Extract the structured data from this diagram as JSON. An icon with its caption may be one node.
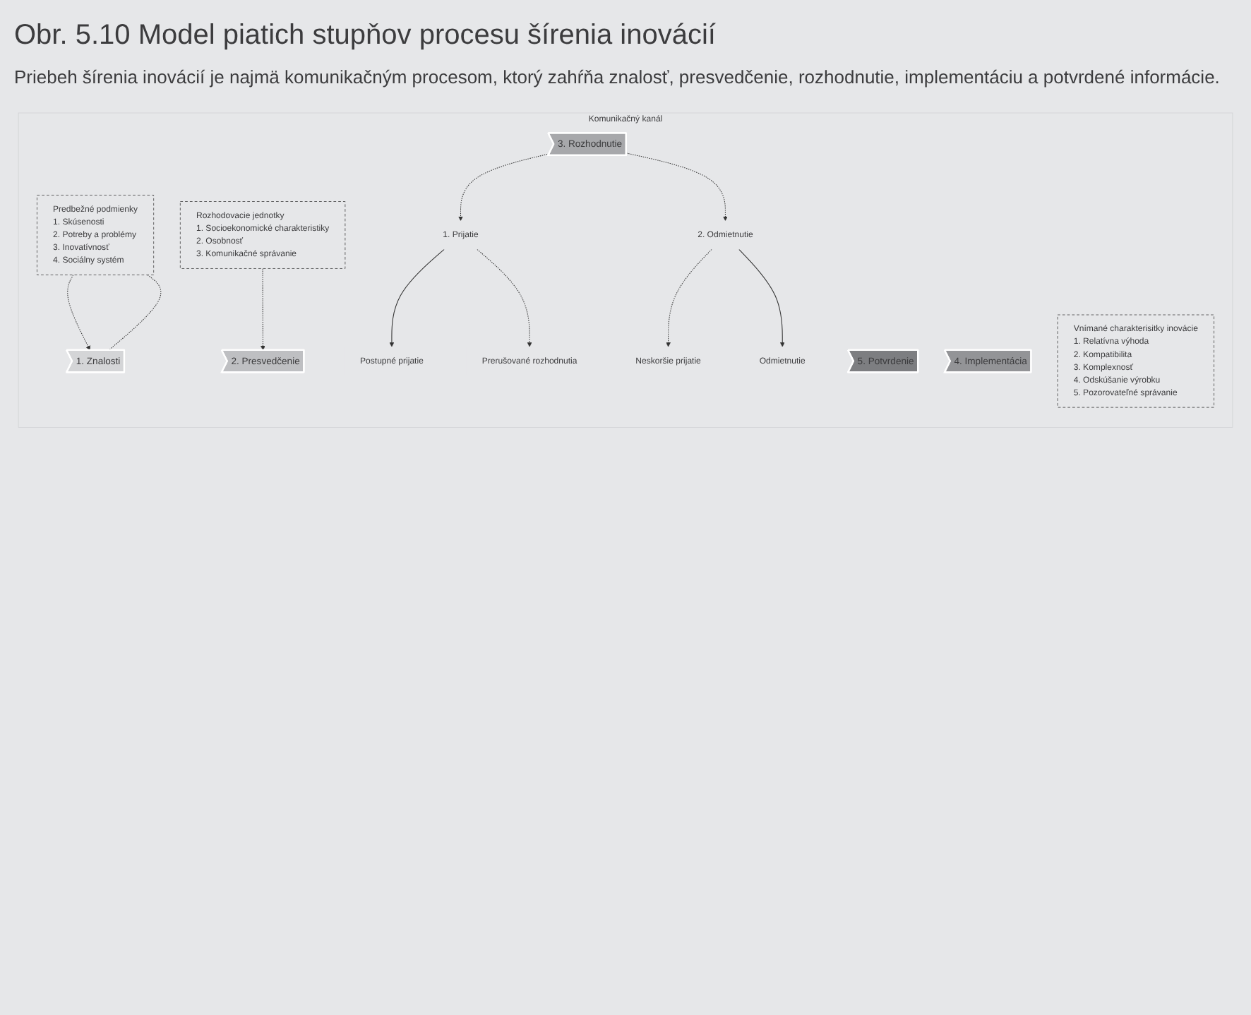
{
  "diagram": {
    "title": "Obr. 5.10 Model piatich stupňov procesu šírenia inovácií",
    "caption": "Priebeh šírenia inovácií je najmä komunikačným procesom, ktorý zahŕňa znalosť, presvedčenie, rozhodnutie, implementáciu a potvrdené informácie.",
    "nodes": [
      {
        "text": [
          "Komunikačný kanál"
        ]
      },
      {
        "text": [
          "1. Znalosti"
        ],
        "in": 0
      },
      {
        "text": [
          "3. Rozhodnutie"
        ],
        "in": 0
      },
      {
        "text": [
          "5. Potvrdenie"
        ],
        "in": 0
      },
      {
        "text": [
          "2. Presvedčenie"
        ],
        "in": 0
      },
      {
        "text": [
          "4. Implementácia"
        ],
        "in": 0
      },
      {
        "text": [
          "1. Prijatie"
        ],
        "in": 0
      },
      {
        "text": [
          "2. Odmietnutie"
        ],
        "in": 0
      },
      {
        "text": [
          "Postupné prijatie"
        ],
        "in": 0
      },
      {
        "text": [
          "Neskoršie prijatie"
        ],
        "in": 0
      },
      {
        "text": [
          "Prerušované rozhodnutia"
        ],
        "in": 0
      },
      {
        "text": [
          "Odmietnutie"
        ],
        "in": 0
      },
      {
        "text": [
          "Predbežné podmienky",
          "1. Skúsenosti",
          "2. Potreby a problémy",
          "3. Inovatívnosť",
          "4. Sociálny systém"
        ],
        "in": 0
      },
      {
        "text": [
          "Rozhodovacie jednotky",
          "1. Socioekonomické charakteristiky",
          "2. Osobnosť",
          "3. Komunikačné správanie"
        ],
        "in": 0
      },
      {
        "text": [
          "Vnímané charakterisitky inovácie",
          "1. Relatívna výhoda",
          "2. Kompatibilita",
          "3. Komplexnosť",
          "4. Odskúšanie výrobku",
          "5. Pozorovateľné správanie"
        ],
        "in": 0
      }
    ],
    "edges": [
      {
        "from": 12,
        "to": 1,
        "arrow": "to",
        "style": "dashed"
      },
      {
        "from": 12,
        "to": 1,
        "arrow": "none",
        "style": "dashed"
      },
      {
        "from": 13,
        "to": 4,
        "arrow": "to",
        "style": "dashed"
      },
      {
        "from": 2,
        "to": 6,
        "arrow": "to",
        "style": "dashed"
      },
      {
        "from": 2,
        "to": 7,
        "arrow": "to",
        "style": "dashed"
      },
      {
        "from": 6,
        "to": 8,
        "arrow": "to"
      },
      {
        "from": 6,
        "to": 10,
        "arrow": "to",
        "style": "dashed"
      },
      {
        "from": 7,
        "to": 9,
        "arrow": "to",
        "style": "dashed"
      },
      {
        "from": 7,
        "to": 11,
        "arrow": "to"
      }
    ]
  }
}
